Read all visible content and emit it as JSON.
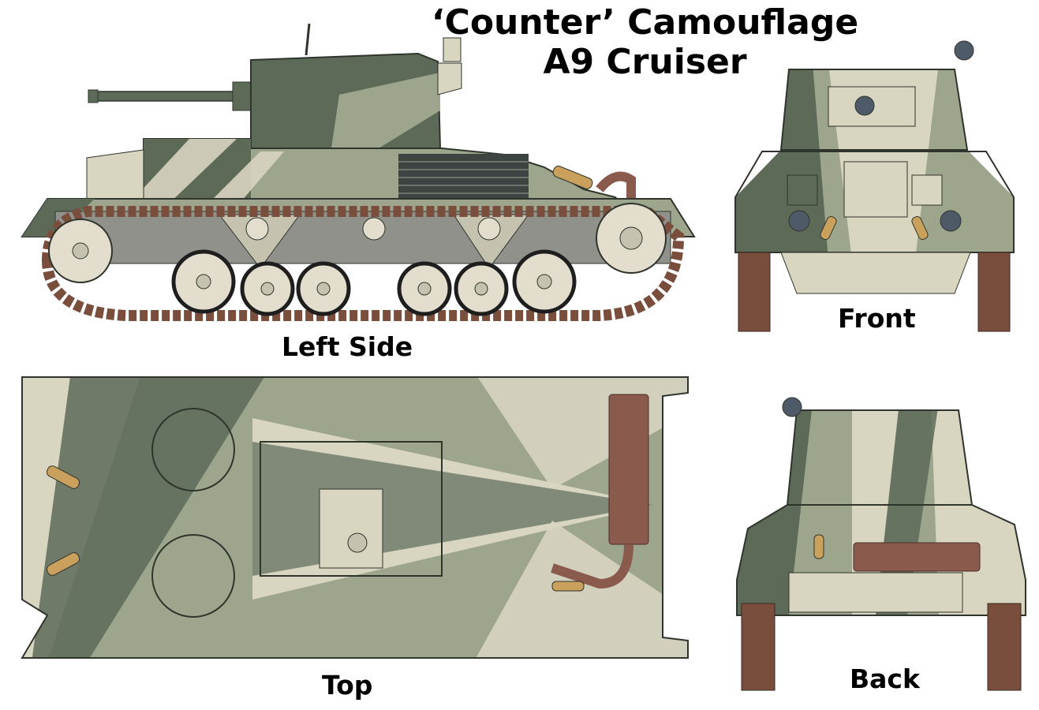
{
  "title": {
    "line1": "‘Counter’ Camouflage",
    "line2": "A9 Cruiser"
  },
  "views": {
    "left_side": "Left Side",
    "front": "Front",
    "top": "Top",
    "back": "Back"
  },
  "colors": {
    "dark_green": "#5d6a58",
    "light_green": "#9da58d",
    "sand": "#d8d5c1",
    "track_brown": "#7a4e3d",
    "exhaust_brown": "#8a5a4d",
    "road_wheel": "#e2ddcc",
    "lamp_blue": "#4f5a68",
    "shell_brass": "#c9a15c"
  }
}
